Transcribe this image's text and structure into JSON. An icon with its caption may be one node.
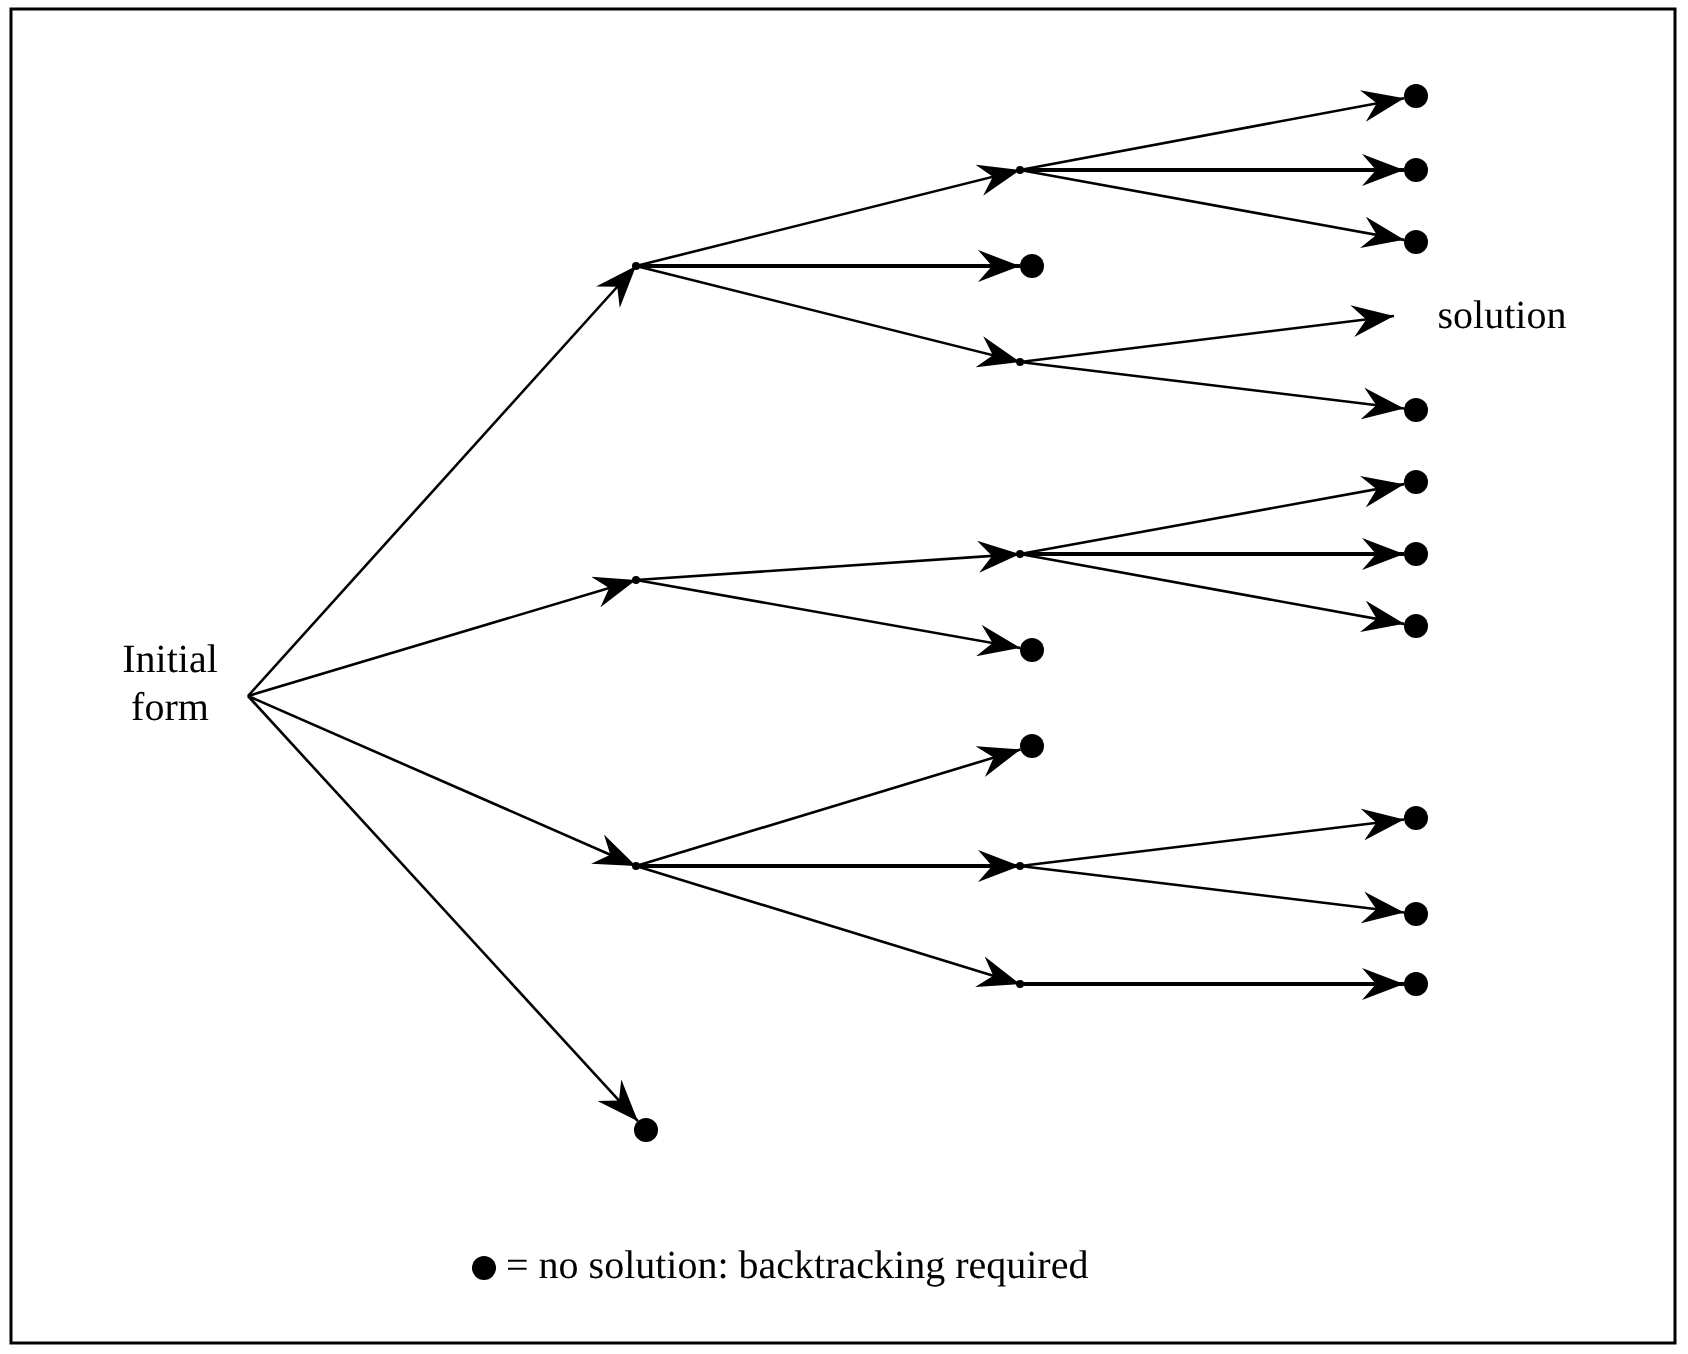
{
  "diagram": {
    "nodes": [
      {
        "text": [
          "Initial form"
        ]
      },
      {
        "text": [],
        "shape": "point"
      },
      {
        "text": [],
        "shape": "point"
      },
      {
        "text": [],
        "shape": "point"
      },
      {
        "text": [],
        "shape": "circle"
      },
      {
        "text": [],
        "shape": "point"
      },
      {
        "text": [],
        "shape": "circle"
      },
      {
        "text": [],
        "shape": "point"
      },
      {
        "text": [],
        "shape": "point"
      },
      {
        "text": [],
        "shape": "circle"
      },
      {
        "text": [],
        "shape": "circle"
      },
      {
        "text": [],
        "shape": "point"
      },
      {
        "text": [],
        "shape": "point"
      },
      {
        "text": [],
        "shape": "circle"
      },
      {
        "text": [],
        "shape": "circle"
      },
      {
        "text": [],
        "shape": "circle"
      },
      {
        "text": [
          "solution"
        ]
      },
      {
        "text": [],
        "shape": "circle"
      },
      {
        "text": [],
        "shape": "circle"
      },
      {
        "text": [],
        "shape": "circle"
      },
      {
        "text": [],
        "shape": "circle"
      },
      {
        "text": [],
        "shape": "circle"
      },
      {
        "text": [],
        "shape": "circle"
      },
      {
        "text": [],
        "shape": "circle"
      }
    ],
    "edges": [
      {
        "from": 0,
        "to": 1,
        "arrow": "to"
      },
      {
        "from": 0,
        "to": 2,
        "arrow": "to"
      },
      {
        "from": 0,
        "to": 3,
        "arrow": "to"
      },
      {
        "from": 0,
        "to": 4,
        "arrow": "to"
      },
      {
        "from": 1,
        "to": 5,
        "arrow": "to"
      },
      {
        "from": 1,
        "to": 6,
        "arrow": "to"
      },
      {
        "from": 1,
        "to": 7,
        "arrow": "to"
      },
      {
        "from": 2,
        "to": 8,
        "arrow": "to"
      },
      {
        "from": 2,
        "to": 9,
        "arrow": "to"
      },
      {
        "from": 3,
        "to": 10,
        "arrow": "to"
      },
      {
        "from": 3,
        "to": 11,
        "arrow": "to"
      },
      {
        "from": 3,
        "to": 12,
        "arrow": "to"
      },
      {
        "from": 5,
        "to": 13,
        "arrow": "to"
      },
      {
        "from": 5,
        "to": 14,
        "arrow": "to"
      },
      {
        "from": 5,
        "to": 15,
        "arrow": "to"
      },
      {
        "from": 7,
        "to": 16,
        "arrow": "to"
      },
      {
        "from": 7,
        "to": 17,
        "arrow": "to"
      },
      {
        "from": 8,
        "to": 18,
        "arrow": "to"
      },
      {
        "from": 8,
        "to": 19,
        "arrow": "to"
      },
      {
        "from": 8,
        "to": 20,
        "arrow": "to"
      },
      {
        "from": 11,
        "to": 21,
        "arrow": "to"
      },
      {
        "from": 11,
        "to": 22,
        "arrow": "to"
      },
      {
        "from": 12,
        "to": 23,
        "arrow": "to"
      }
    ],
    "legend": [
      {
        "text": "= no solution: backtracking required"
      }
    ]
  }
}
